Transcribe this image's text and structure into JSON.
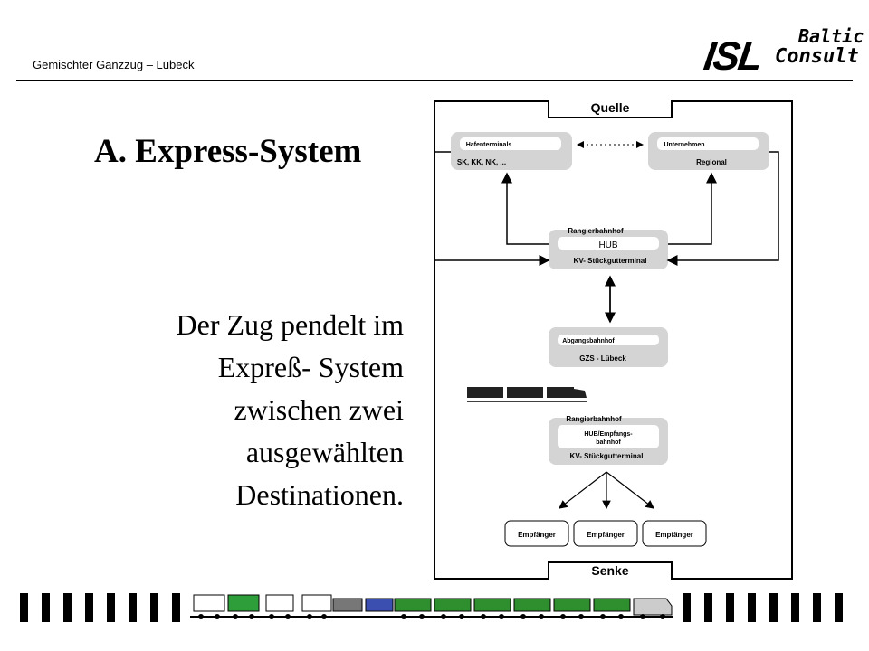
{
  "header": {
    "title": "Gemischter Ganzzug – Lübeck"
  },
  "logo": {
    "main": "ISL",
    "top": "Baltic",
    "bottom": "Consult"
  },
  "slide": {
    "title": "A. Express-System",
    "body_lines": [
      "Der Zug pendelt im",
      "Expreß- System",
      "zwischen zwei",
      "ausgewählten",
      "Destinationen."
    ]
  },
  "diagram": {
    "top_label": "Quelle",
    "bottom_label": "Senke",
    "hafen": {
      "title": "Hafenterminals",
      "sub": "SK, KK, NK, ..."
    },
    "unternehmen": {
      "title": "Unternehmen",
      "sub": "Regional"
    },
    "hub1": {
      "top": "Rangierbahnhof",
      "mid": "HUB",
      "bottom": "KV- Stückgutterminal"
    },
    "abgang": {
      "title": "Abgangsbahnhof",
      "sub": "GZS - Lübeck"
    },
    "hub2": {
      "top": "Rangierbahnhof",
      "mid1": "HUB/Empfangs-",
      "mid2": "bahnhof",
      "bottom": "KV- Stückgutterminal"
    },
    "receivers": [
      "Empfänger",
      "Empfänger",
      "Empfänger"
    ]
  }
}
